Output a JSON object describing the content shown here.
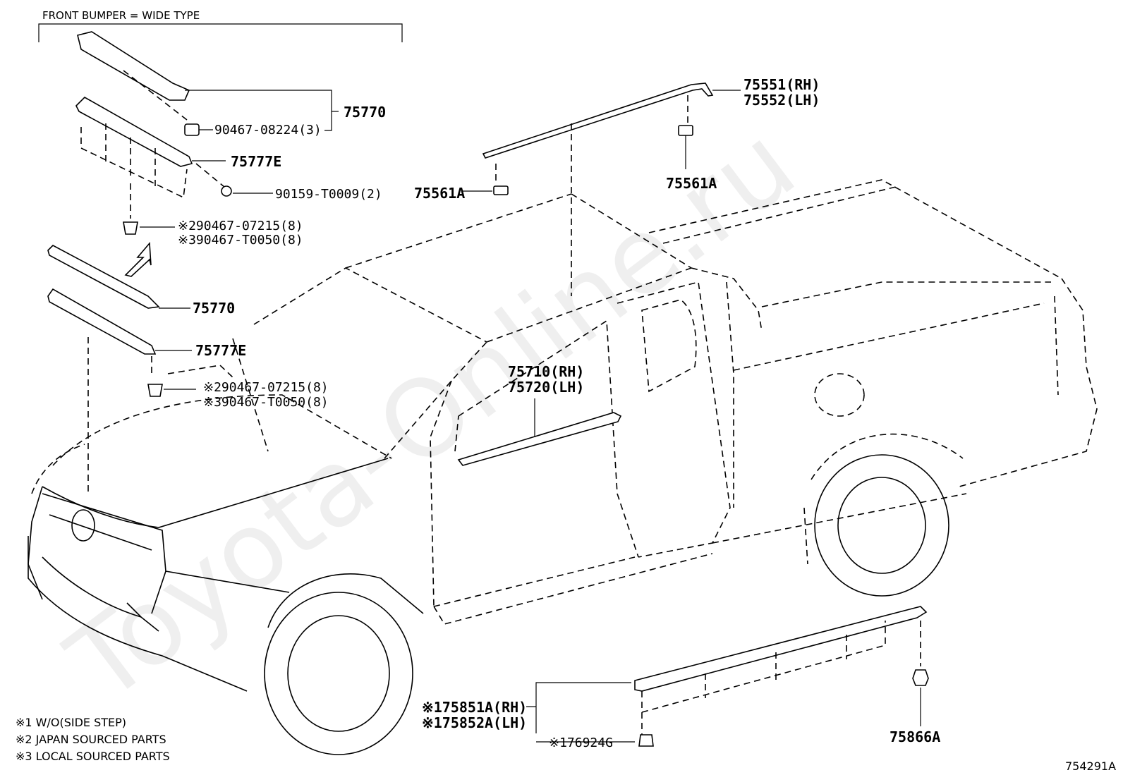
{
  "header": {
    "group_label": "FRONT BUMPER = WIDE TYPE"
  },
  "watermark": {
    "text": "Toyota-Online.ru"
  },
  "parts": {
    "p75770_top": "75770",
    "p90467_08224": "90467-08224(3)",
    "p75777E_top": "75777E",
    "p90159_T0009": "90159-T0009(2)",
    "clip_a_top": "※290467-07215(8)",
    "clip_b_top": "※390467-T0050(8)",
    "p75770_bottom": "75770",
    "p75777E_bottom": "75777E",
    "clip_a_bottom": "※290467-07215(8)",
    "clip_b_bottom": "※390467-T0050(8)",
    "roof_rh": "75551(RH)",
    "roof_lh": "75552(LH)",
    "clip_75561A_left": "75561A",
    "clip_75561A_right": "75561A",
    "door_rh": "75710(RH)",
    "door_lh": "75720(LH)",
    "rocker_rh": "※175851A(RH)",
    "rocker_lh": "※175852A(LH)",
    "rocker_clip": "※176924G",
    "rocker_nut": "75866A"
  },
  "notes": [
    "※1 W/O(SIDE STEP)",
    "※2 JAPAN SOURCED PARTS",
    "※3 LOCAL SOURCED PARTS"
  ],
  "figure_id": "754291A"
}
